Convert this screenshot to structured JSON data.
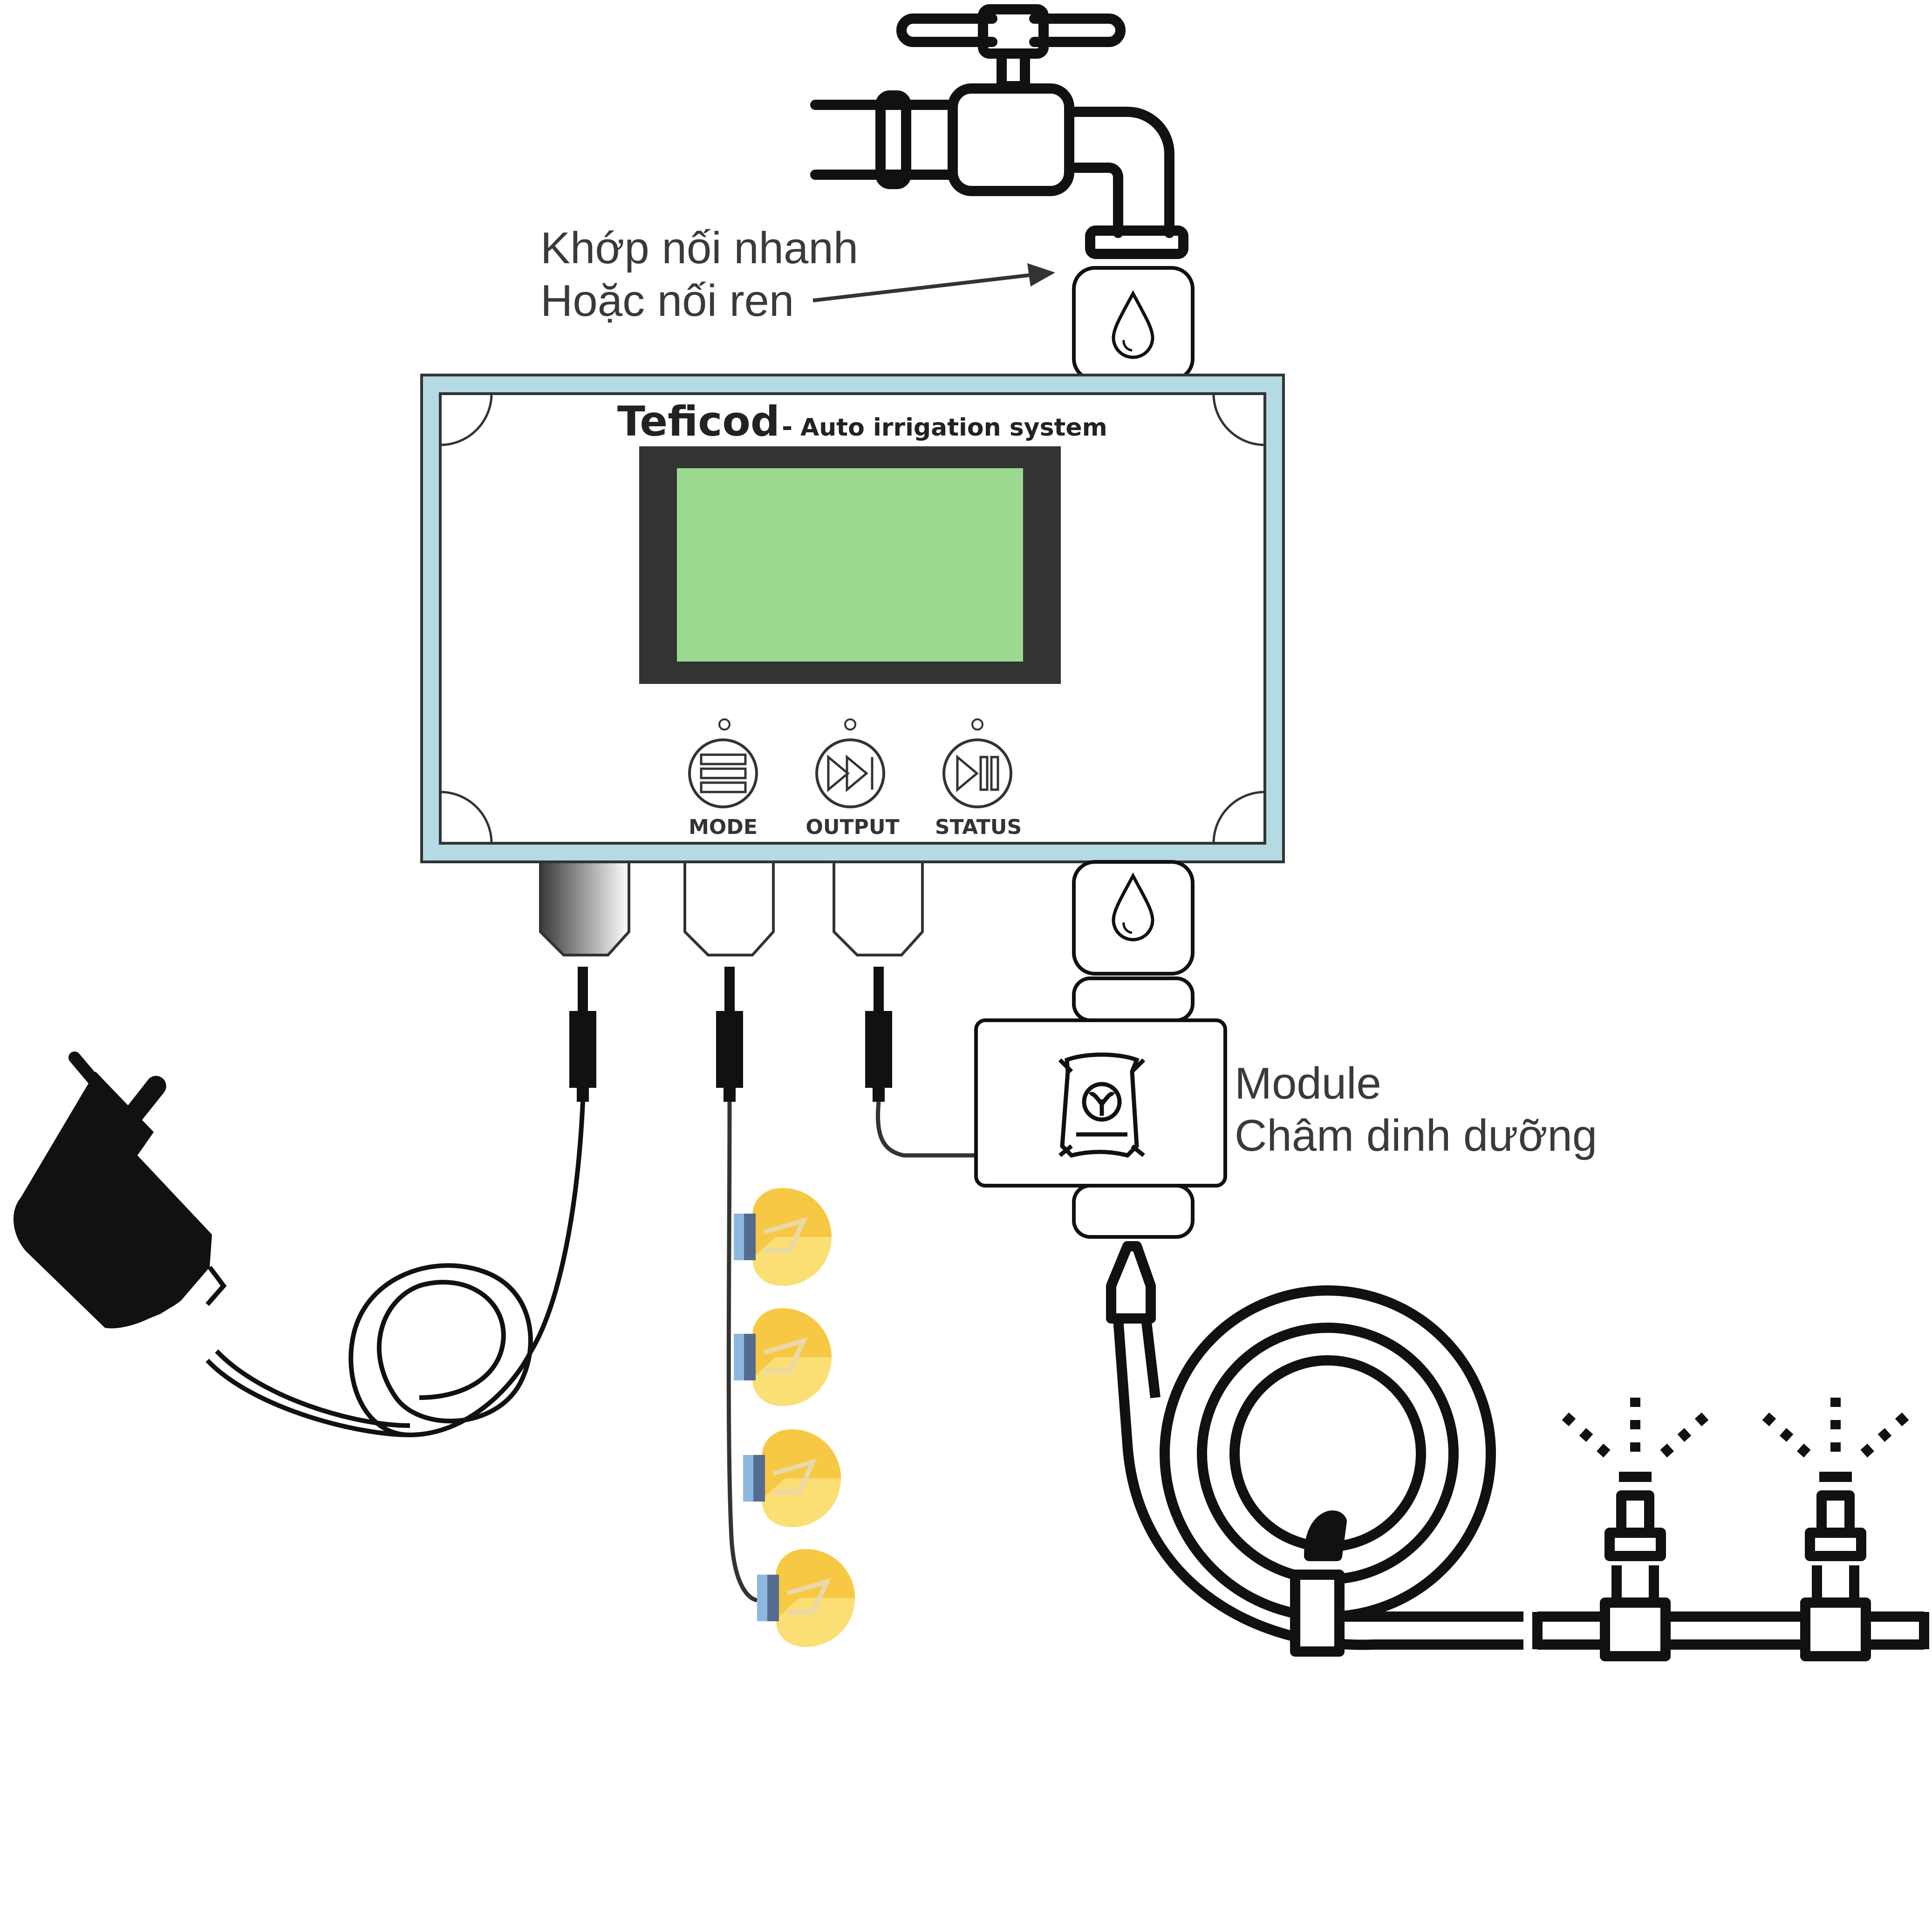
{
  "device": {
    "brand": "Teficod",
    "separator": "-",
    "tagline": "Auto irrigation system",
    "buttons": [
      {
        "label": "MODE",
        "icon": "menu-icon"
      },
      {
        "label": "OUTPUT",
        "icon": "fast-forward-icon"
      },
      {
        "label": "STATUS",
        "icon": "play-pause-icon"
      }
    ]
  },
  "annotations": {
    "connector_line1": "Khớp nối nhanh",
    "connector_line2": "Hoặc nối ren",
    "module_line1": "Module",
    "module_line2": "Châm dinh dưỡng"
  },
  "colors": {
    "housing_border": "#b4dbe4",
    "lcd_frame": "#333333",
    "lcd_screen": "#9bd990",
    "bulb_yellow": "#f7c843",
    "bulb_light": "#fbe07a",
    "bulb_base": "#8db8e0",
    "stroke": "#111111"
  },
  "icons": [
    "faucet-icon",
    "water-drop-icon",
    "power-adapter-icon",
    "light-bulb-icon",
    "fertilizer-bag-icon",
    "garden-hose-icon",
    "sprinkler-icon"
  ]
}
